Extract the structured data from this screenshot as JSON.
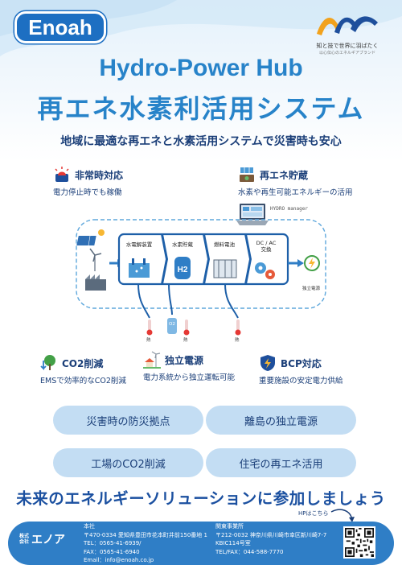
{
  "company": {
    "logo_text": "Enoah",
    "corp_prefix": "株式\n会社",
    "corp_name": "エノア"
  },
  "brand_mark": {
    "tagline": "知と技で世界に羽ばたく",
    "sub": "以心伝心のエネルギアブランド"
  },
  "title": {
    "english": "Hydro-Power Hub",
    "japanese": "再エネ水素利活用システム"
  },
  "subtitle": "地域に最適な再エネと水素活用システムで災害時も安心",
  "features": [
    {
      "name": "非常時対応",
      "desc": "電力停止時でも稼働",
      "icon": "emergency-alarm-icon"
    },
    {
      "name": "再エネ貯蔵",
      "desc": "水素や再生可能エネルギーの活用",
      "icon": "solar-storage-icon"
    },
    {
      "name": "CO2削減",
      "desc": "EMSで効率的なCO2削減",
      "icon": "tree-down-icon"
    },
    {
      "name": "独立電源",
      "desc": "電力系統から独立運転可能",
      "icon": "wind-house-icon"
    },
    {
      "name": "BCP対応",
      "desc": "重要施設の安定電力供給",
      "icon": "shield-bolt-icon"
    }
  ],
  "diagram": {
    "manager_label": "HYDRO manager",
    "stages": [
      "水電解装置",
      "水素貯蔵",
      "燃料電池",
      "DC / AC\n交換"
    ],
    "output_label": "独立電源",
    "heat_label": "熱",
    "o2_label": "O2"
  },
  "use_cases": [
    "災害時の防災拠点",
    "離島の独立電源",
    "工場のCO2削減",
    "住宅の再エネ活用"
  ],
  "cta": "未来のエネルギーソリューションに参加しましょう",
  "hp_label": "HPはこちら",
  "footer": {
    "head_office": {
      "label": "本社",
      "address": "〒470-0334 愛知県豊田市花本町井前150番地 1",
      "tel": "TEL：0565-41-6939/",
      "fax": "FAX：0565-41-6940",
      "email": "Email：info@enoah.co.jp"
    },
    "kanto_office": {
      "label": "関東事業所",
      "address": "〒212-0032 神奈川県川崎市幸区新川崎7-7",
      "building": "KBIC114号室",
      "telfax": "TEL/FAX：044-588-7770"
    }
  },
  "colors": {
    "primary": "#2783c9",
    "navy": "#1a3e78",
    "pill": "#c3ddf3",
    "footer": "#2f7ec6"
  }
}
